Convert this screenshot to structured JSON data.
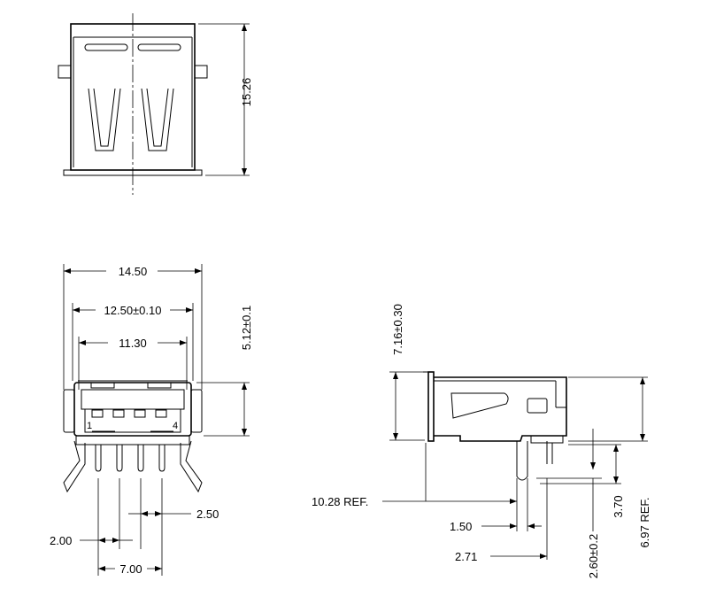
{
  "top_view": {
    "height_dim": "15.26"
  },
  "front_view": {
    "overall_width": "14.50",
    "body_width": "12.50±0.10",
    "opening_width": "11.30",
    "height": "5.12±0.1",
    "pin_first": "1",
    "pin_last": "4",
    "pin_pitch": "2.50",
    "pin_offset": "2.00",
    "pin_span": "7.00"
  },
  "side_view": {
    "height_total": "7.16±0.30",
    "body_depth": "10.28 REF.",
    "pin_width": "1.50",
    "pin_offset": "2.71",
    "lead_length": "2.60±0.2",
    "drop": "3.70",
    "ref_height": "6.97 REF."
  }
}
